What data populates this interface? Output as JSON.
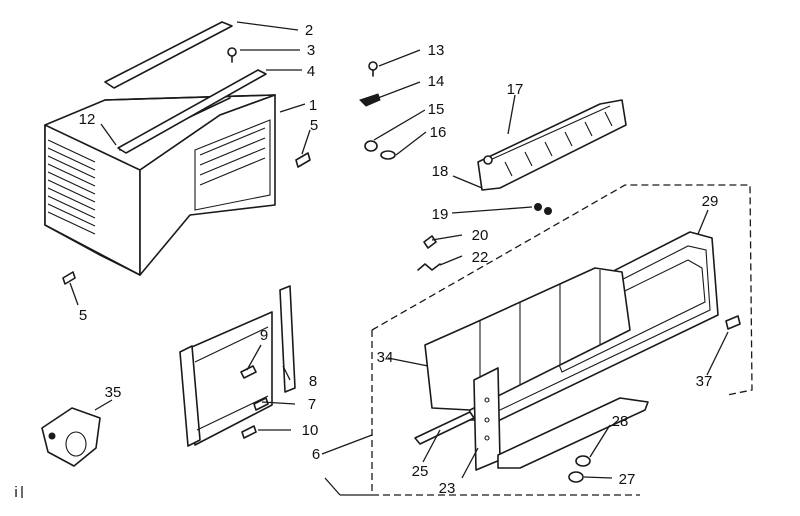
{
  "diagram": {
    "part_numbers": {
      "p1": "1",
      "p2": "2",
      "p3": "3",
      "p4": "4",
      "p5a": "5",
      "p5b": "5",
      "p6": "6",
      "p7": "7",
      "p8": "8",
      "p9": "9",
      "p10": "10",
      "p12": "12",
      "p13": "13",
      "p14": "14",
      "p15": "15",
      "p16": "16",
      "p17": "17",
      "p18": "18",
      "p19": "19",
      "p20": "20",
      "p22": "22",
      "p23": "23",
      "p25": "25",
      "p27": "27",
      "p28": "28",
      "p29": "29",
      "p34": "34",
      "p35": "35",
      "p37": "37"
    },
    "margin_mark": "i"
  }
}
